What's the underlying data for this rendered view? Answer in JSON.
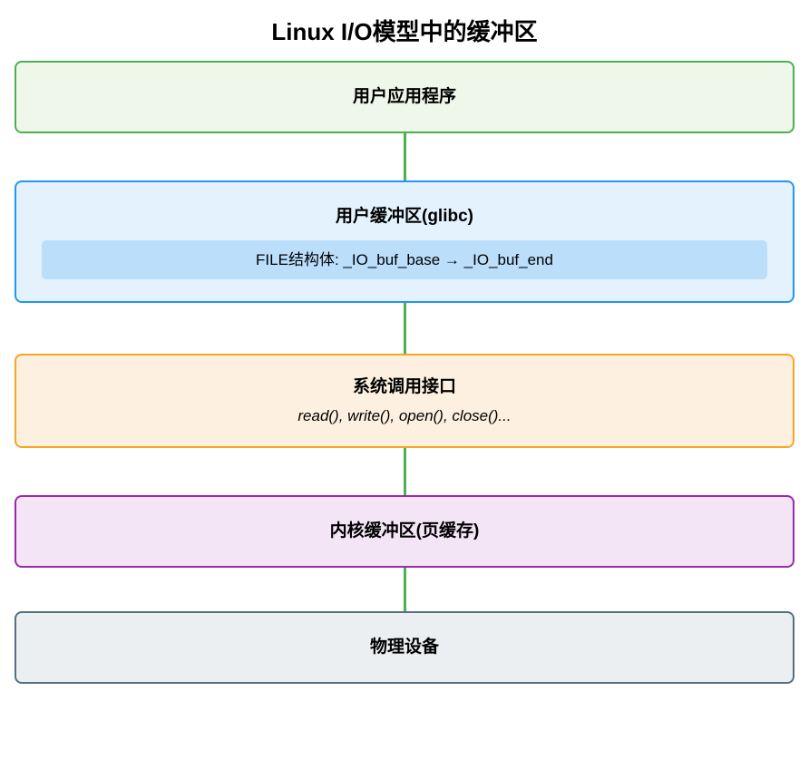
{
  "title": "Linux I/O模型中的缓冲区",
  "colors": {
    "app_border": "#4caf50",
    "app_fill": "#eef7e9",
    "userbuf_border": "#2196f3",
    "userbuf_fill": "#e3f2fd",
    "userbuf_inner_fill": "#bbdefb",
    "syscall_border": "#f5a623",
    "syscall_fill": "#fdf0e0",
    "kernelbuf_border": "#9c27b0",
    "kernelbuf_fill": "#f3e5f5",
    "device_border": "#55707f",
    "device_fill": "#eceff1",
    "connector": "#4caf50",
    "text": "#000000"
  },
  "diagram": {
    "type": "flowchart",
    "orientation": "top-to-bottom",
    "nodes": [
      {
        "id": "user-application",
        "title": "用户应用程序"
      },
      {
        "id": "user-buffer",
        "title": "用户缓冲区(glibc)",
        "inner": "FILE结构体: _IO_buf_base → _IO_buf_end"
      },
      {
        "id": "syscall-interface",
        "title": "系统调用接口",
        "subtitle": "read(), write(), open(), close()..."
      },
      {
        "id": "kernel-buffer",
        "title": "内核缓冲区(页缓存)"
      },
      {
        "id": "physical-device",
        "title": "物理设备"
      }
    ],
    "edges": [
      {
        "from": "user-application",
        "to": "user-buffer",
        "label": ""
      },
      {
        "from": "user-buffer",
        "to": "syscall-interface",
        "label": ""
      },
      {
        "from": "syscall-interface",
        "to": "kernel-buffer",
        "label": ""
      },
      {
        "from": "kernel-buffer",
        "to": "physical-device",
        "label": ""
      }
    ]
  }
}
